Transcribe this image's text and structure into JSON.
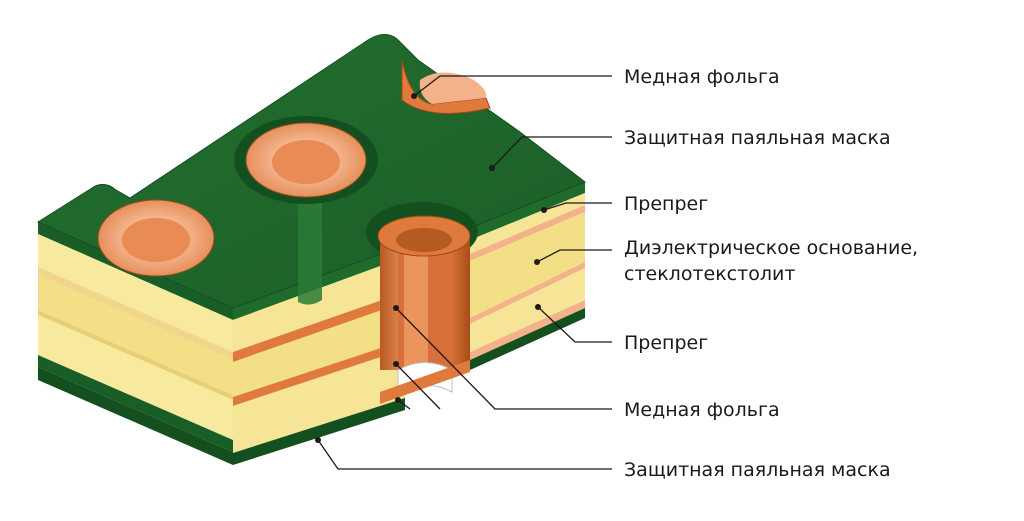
{
  "labels": {
    "copper_top": "Медная фольга",
    "mask_top": "Защитная паяльная маска",
    "prepreg_top": "Препрег",
    "dielectric_line1": "Диэлектрическое основание,",
    "dielectric_line2": "стеклотекстолит",
    "prepreg_bottom": "Препрег",
    "copper_bottom": "Медная фольга",
    "mask_bottom": "Защитная паяльная маска"
  },
  "colors": {
    "solder_mask": "#1f6b2c",
    "solder_mask_dark": "#14501f",
    "copper": "#e07a3c",
    "copper_light": "#f3b28a",
    "substrate": "#f2df86",
    "substrate_light": "#faf0b0",
    "leader": "#1a1a1a"
  }
}
